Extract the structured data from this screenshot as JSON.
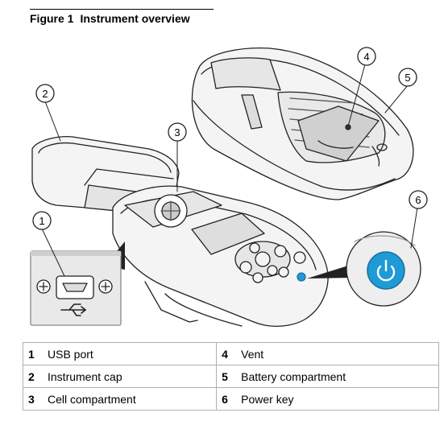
{
  "figure": {
    "number": "Figure 1",
    "title": "Instrument overview"
  },
  "callouts": [
    "1",
    "2",
    "3",
    "4",
    "5",
    "6"
  ],
  "legend": [
    [
      {
        "num": "1",
        "label": "USB port"
      },
      {
        "num": "4",
        "label": "Vent"
      }
    ],
    [
      {
        "num": "2",
        "label": "Instrument cap"
      },
      {
        "num": "5",
        "label": "Battery compartment"
      }
    ],
    [
      {
        "num": "3",
        "label": "Cell compartment"
      },
      {
        "num": "6",
        "label": "Power key"
      }
    ]
  ],
  "colors": {
    "power_key": "#1e9ad6",
    "line": "#222222",
    "fill": "#f2f2f2",
    "shade": "#cfcfcf"
  },
  "icons": [
    "usb-port-icon",
    "usb-symbol-icon",
    "screw-icon",
    "power-icon"
  ]
}
